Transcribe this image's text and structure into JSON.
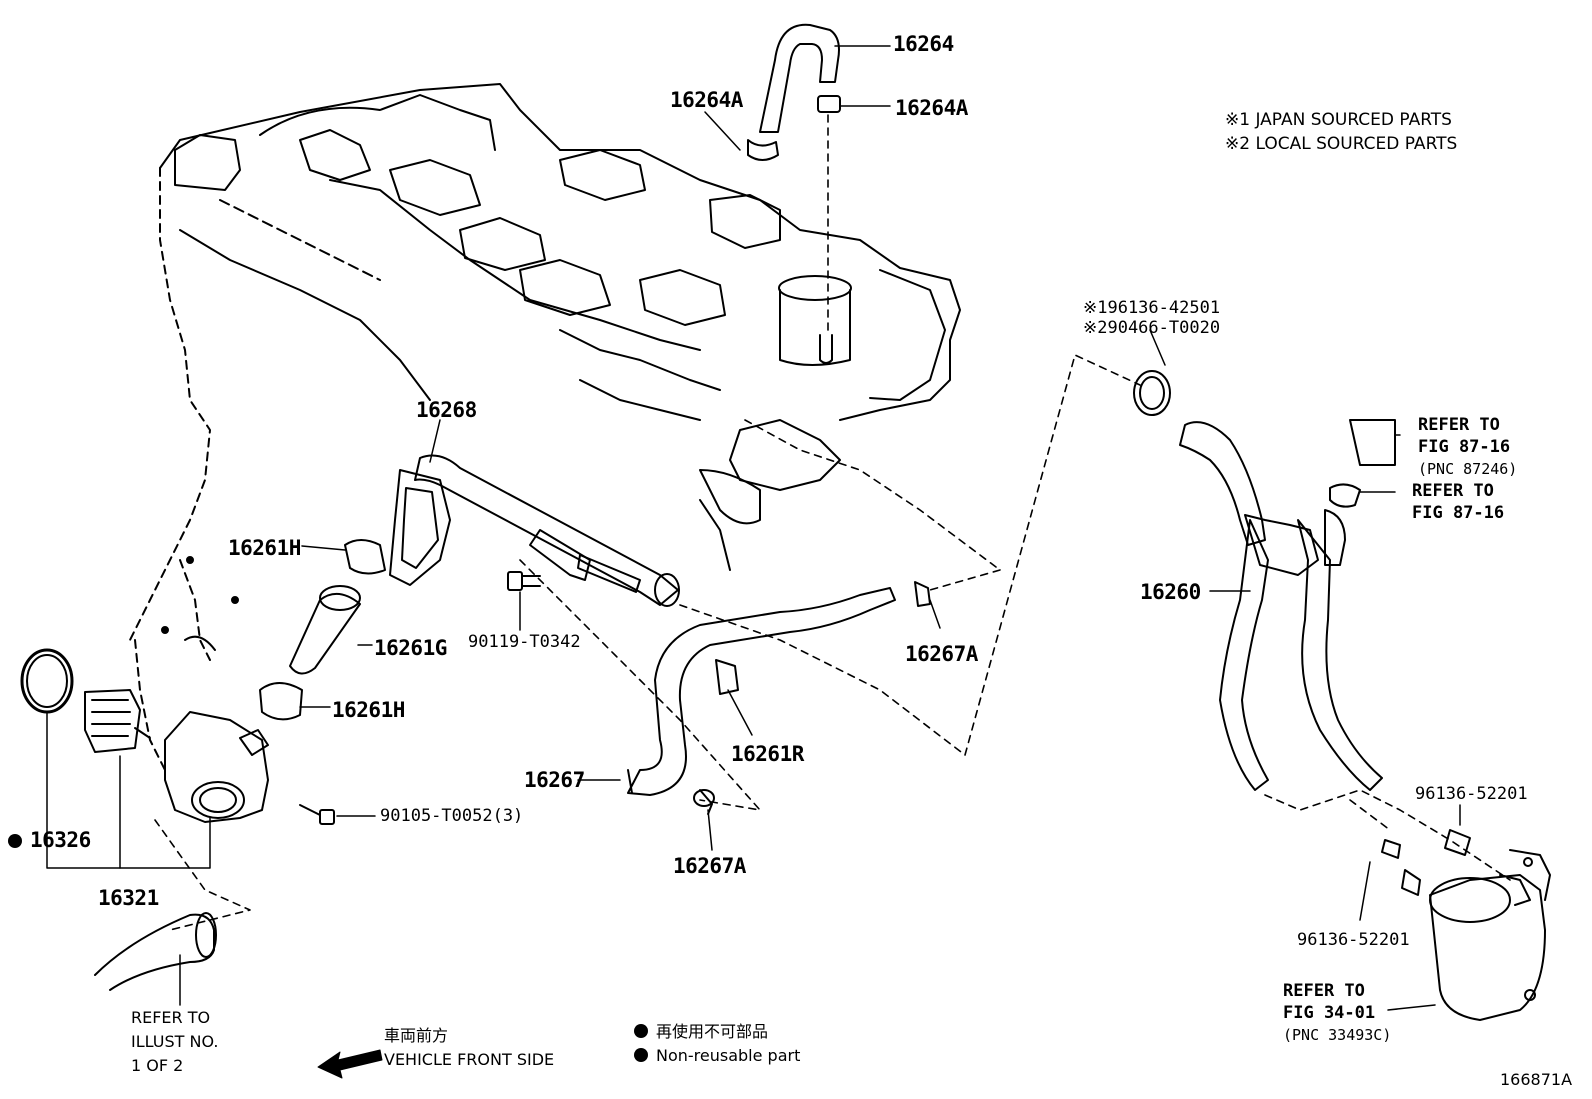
{
  "notes": {
    "n1": "※1 JAPAN SOURCED PARTS",
    "n2": "※2 LOCAL SOURCED PARTS"
  },
  "parts": {
    "p16264": "16264",
    "p16264A_left": "16264A",
    "p16264A_right": "16264A",
    "p16268": "16268",
    "p16261H_top": "16261H",
    "p16261G": "16261G",
    "p16261H_bottom": "16261H",
    "p16326": "16326",
    "p16321": "16321",
    "p90119": "90119-T0342",
    "p90105": "90105-T0052(3)",
    "p16267": "16267",
    "p16267A_mid": "16267A",
    "p16267A_bottom": "16267A",
    "p16261R": "16261R",
    "p16260": "16260",
    "p96136_42501": "※196136-42501",
    "p90466": "※290466-T0020",
    "p96136_52201_right": "96136-52201",
    "p96136_52201_left": "96136-52201"
  },
  "refs": {
    "r1": {
      "l1": "REFER TO",
      "l2": "FIG 87-16",
      "l3": "(PNC 87246)"
    },
    "r2": {
      "l1": "REFER TO",
      "l2": "FIG 87-16"
    },
    "r3": {
      "l1": "REFER TO",
      "l2": "FIG 34-01",
      "l3": "(PNC 33493C)"
    },
    "r4": {
      "l1": "REFER TO",
      "l2": "ILLUST NO.",
      "l3": "1 OF 2"
    }
  },
  "legend": {
    "front_jp": "車両前方",
    "front_en": "VEHICLE FRONT SIDE",
    "nonreuse_jp": "再使用不可部品",
    "nonreuse_en": "Non-reusable part"
  },
  "figure_id": "166871A"
}
